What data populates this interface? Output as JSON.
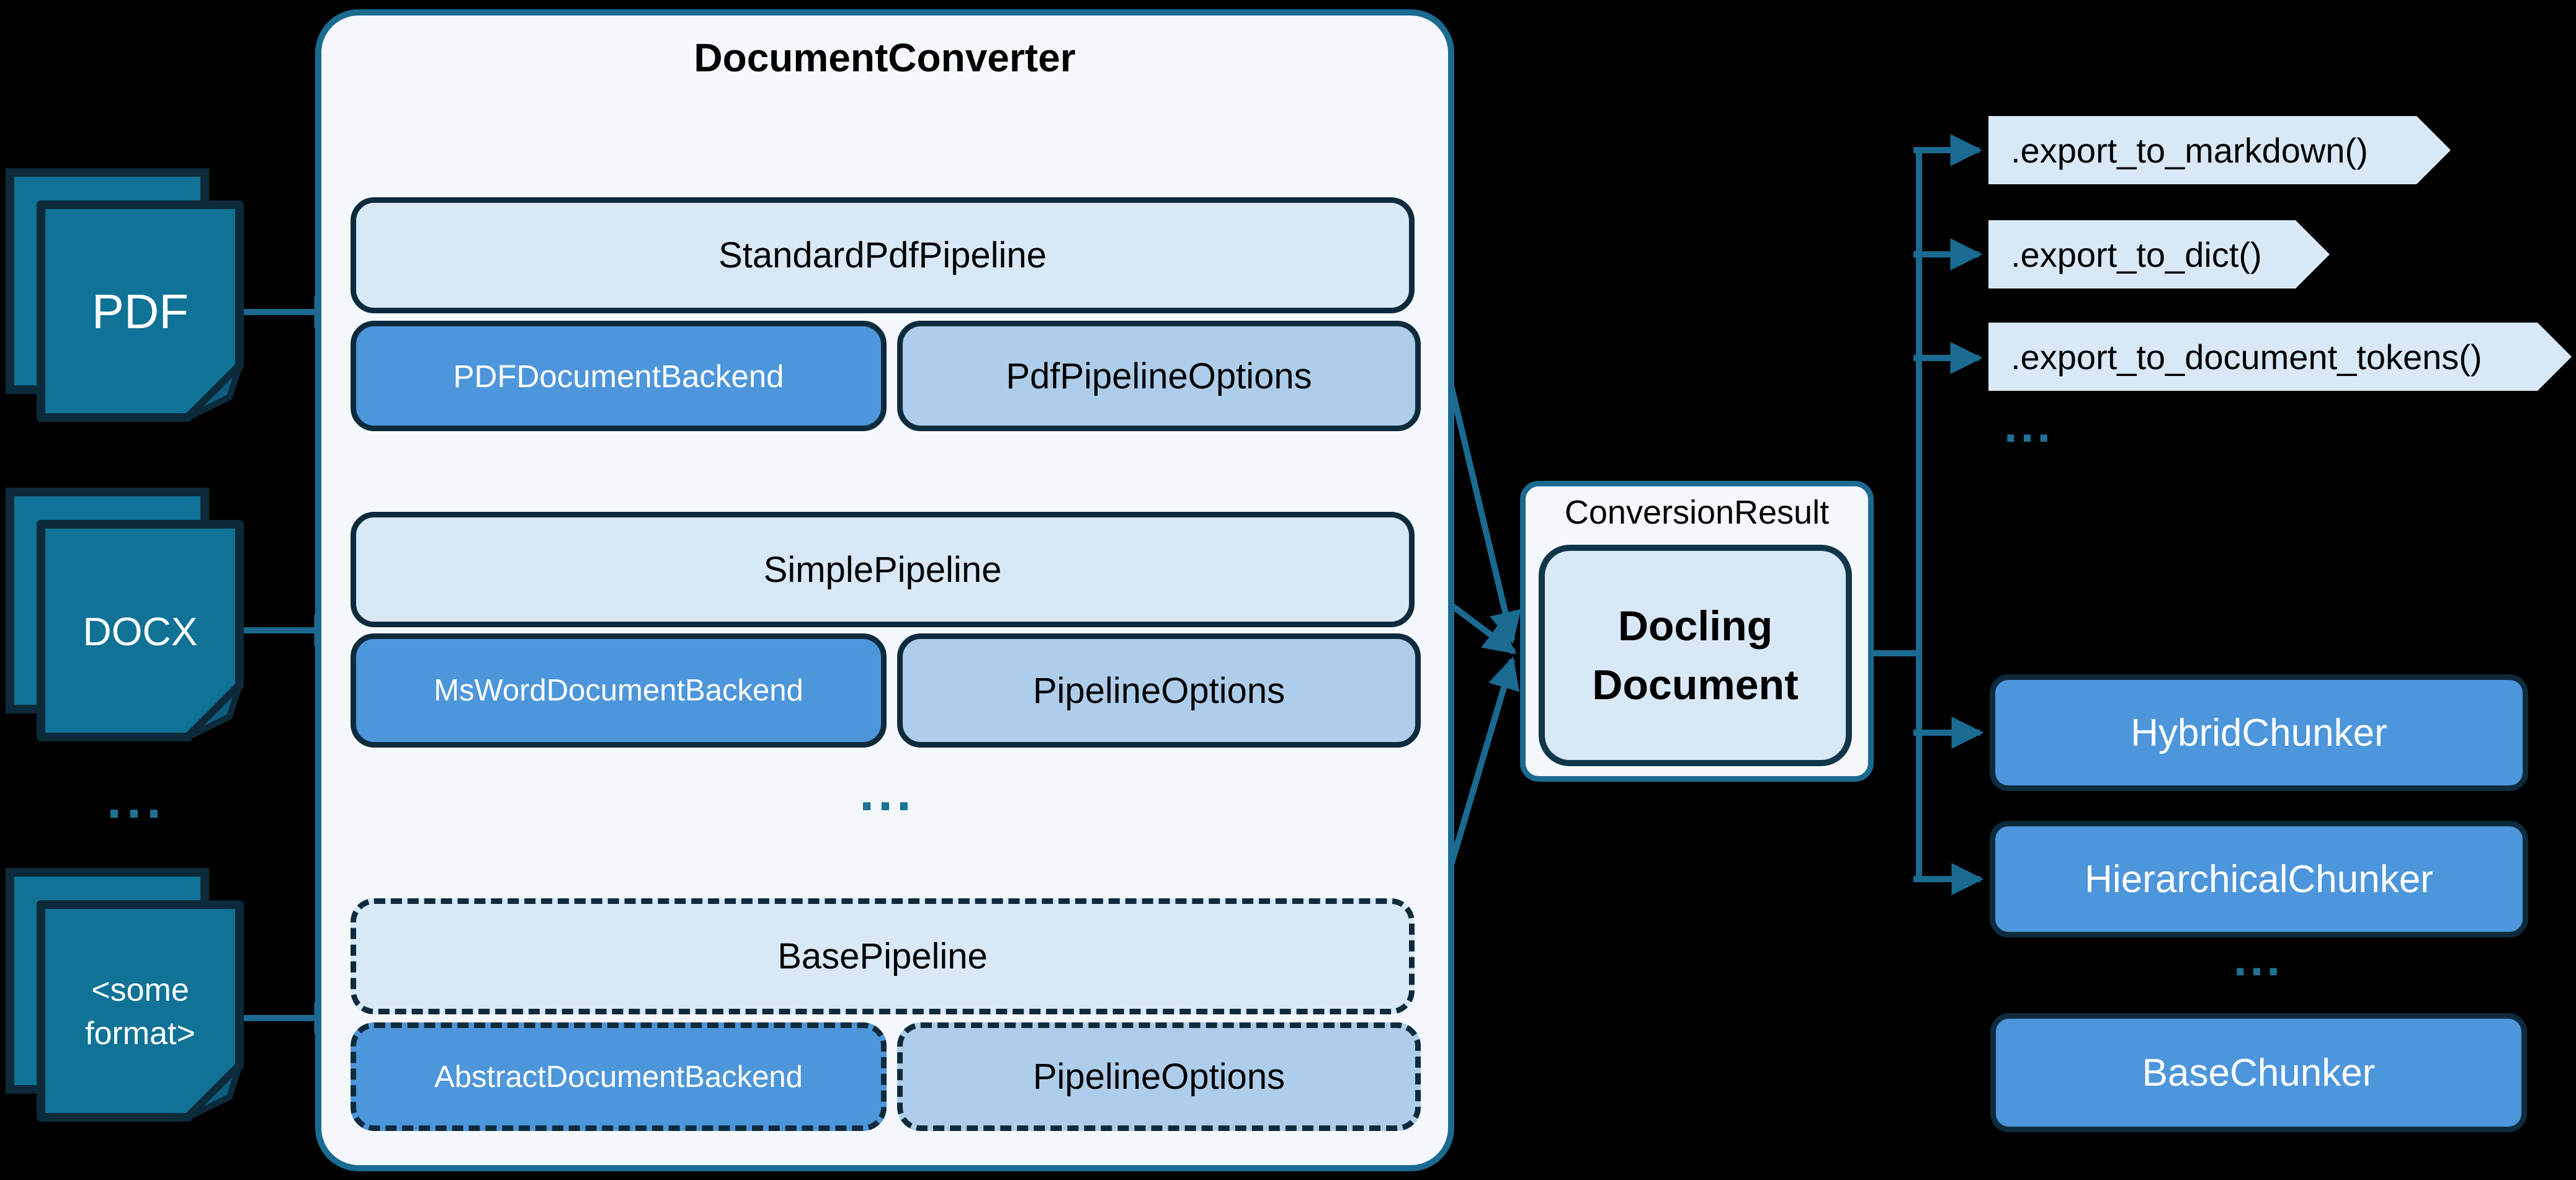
{
  "title": "DocumentConverter",
  "inputs": {
    "pdf": "PDF",
    "docx": "DOCX",
    "ellipsis": "...",
    "some_format_line1": "<some",
    "some_format_line2": "format>"
  },
  "converter": {
    "ellipsis": "...",
    "rows": [
      {
        "pipeline": "StandardPdfPipeline",
        "backend": "PDFDocumentBackend",
        "options": "PdfPipelineOptions"
      },
      {
        "pipeline": "SimplePipeline",
        "backend": "MsWordDocumentBackend",
        "options": "PipelineOptions"
      },
      {
        "pipeline": "BasePipeline",
        "backend": "AbstractDocumentBackend",
        "options": "PipelineOptions"
      }
    ]
  },
  "result": {
    "label": "ConversionResult",
    "doc_line1": "Docling",
    "doc_line2": "Document"
  },
  "exports": {
    "items": [
      ".export_to_markdown()",
      ".export_to_dict()",
      ".export_to_document_tokens()"
    ],
    "ellipsis": "..."
  },
  "chunkers": {
    "items": [
      "HybridChunker",
      "HierarchicalChunker"
    ],
    "ellipsis": "...",
    "base": "BaseChunker"
  },
  "colors": {
    "accent_teal": "#1B6A92",
    "border_navy": "#0E2B3D",
    "light_fill": "#D9E8F6",
    "container_fill": "#F4F8FD",
    "medium_fill": "#AECDEB",
    "blue_fill": "#4D96DB",
    "doc_icon_fill": "#0F7296"
  }
}
